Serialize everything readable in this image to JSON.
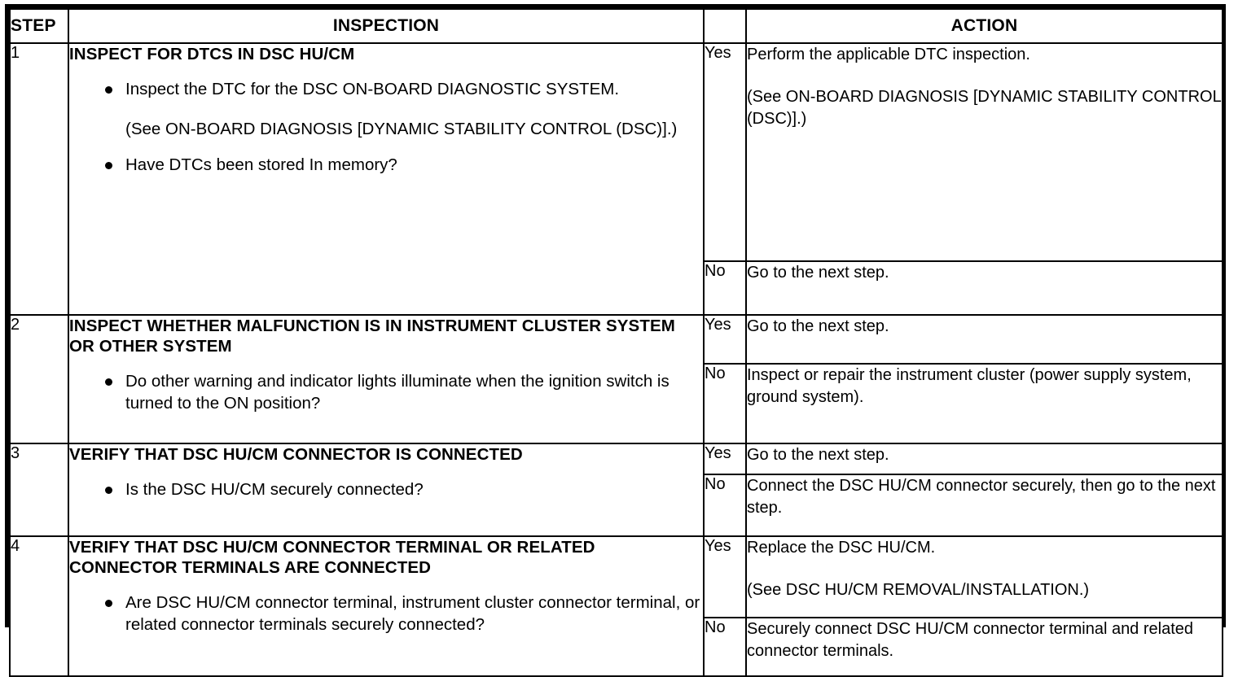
{
  "table": {
    "headers": {
      "step": "STEP",
      "inspection": "INSPECTION",
      "yesno": "",
      "action": "ACTION"
    },
    "rows": [
      {
        "step": "1",
        "inspection": {
          "title": "INSPECT FOR DTCS IN DSC HU/CM",
          "bullets": [
            {
              "text": "Inspect the DTC for the DSC ON-BOARD DIAGNOSTIC SYSTEM.",
              "sub": "(See ON-BOARD DIAGNOSIS [DYNAMIC STABILITY CONTROL (DSC)].)"
            },
            {
              "text": "Have DTCs been stored In memory?",
              "sub": ""
            }
          ]
        },
        "outcomes": [
          {
            "label": "Yes",
            "paragraphs": [
              "Perform the applicable DTC inspection.",
              "(See ON-BOARD DIAGNOSIS [DYNAMIC STABILITY CONTROL (DSC)].)"
            ]
          },
          {
            "label": "No",
            "paragraphs": [
              "Go to the next step."
            ]
          }
        ]
      },
      {
        "step": "2",
        "inspection": {
          "title": "INSPECT WHETHER MALFUNCTION IS IN INSTRUMENT CLUSTER SYSTEM OR OTHER SYSTEM",
          "bullets": [
            {
              "text": "Do other warning and indicator lights illuminate when the ignition switch is turned to the ON position?",
              "sub": ""
            }
          ]
        },
        "outcomes": [
          {
            "label": "Yes",
            "paragraphs": [
              "Go to the next step."
            ]
          },
          {
            "label": "No",
            "paragraphs": [
              "Inspect or repair the instrument cluster (power supply system, ground system)."
            ]
          }
        ]
      },
      {
        "step": "3",
        "inspection": {
          "title": "VERIFY THAT DSC HU/CM CONNECTOR IS CONNECTED",
          "bullets": [
            {
              "text": "Is the DSC HU/CM securely connected?",
              "sub": ""
            }
          ]
        },
        "outcomes": [
          {
            "label": "Yes",
            "paragraphs": [
              "Go to the next step."
            ]
          },
          {
            "label": "No",
            "paragraphs": [
              "Connect the DSC HU/CM connector securely, then go to the next step."
            ]
          }
        ]
      },
      {
        "step": "4",
        "inspection": {
          "title": "VERIFY THAT DSC HU/CM CONNECTOR TERMINAL OR RELATED CONNECTOR TERMINALS ARE CONNECTED",
          "bullets": [
            {
              "text": "Are DSC HU/CM connector terminal, instrument cluster connector terminal, or related connector terminals securely connected?",
              "sub": ""
            }
          ]
        },
        "outcomes": [
          {
            "label": "Yes",
            "paragraphs": [
              "Replace the DSC HU/CM.",
              "(See DSC HU/CM REMOVAL/INSTALLATION.)"
            ]
          },
          {
            "label": "No",
            "paragraphs": [
              "Securely connect DSC HU/CM connector terminal and related connector terminals."
            ]
          }
        ]
      }
    ]
  },
  "colors": {
    "ink": "#000000",
    "paper": "#ffffff"
  }
}
